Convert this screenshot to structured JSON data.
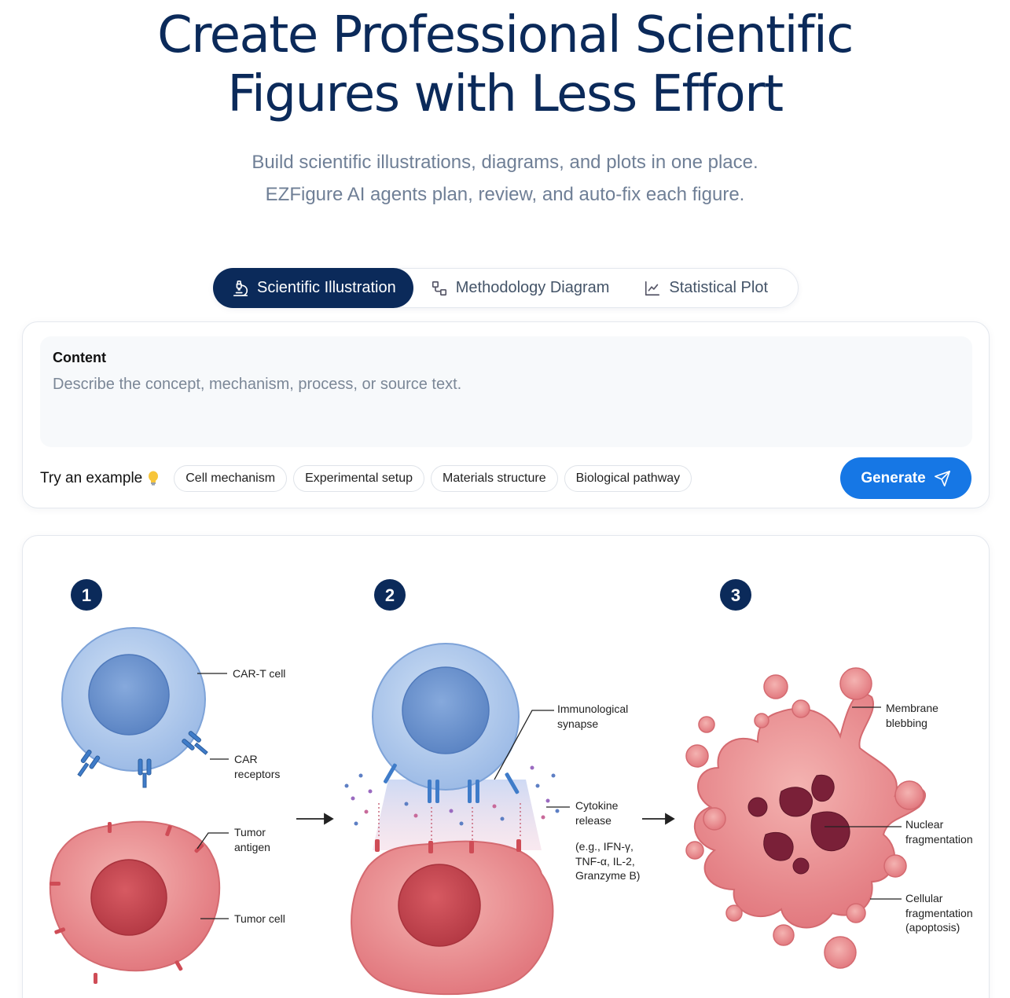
{
  "hero": {
    "title_line1": "Create Professional Scientific",
    "title_line2": "Figures with Less Effort",
    "subtitle_line1": "Build scientific illustrations, diagrams, and plots in one place.",
    "subtitle_line2": "EZFigure AI agents plan, review, and auto-fix each figure."
  },
  "modes": {
    "active": "Scientific Illustration",
    "tabs": [
      {
        "label": "Scientific Illustration",
        "icon": "microscope-icon"
      },
      {
        "label": "Methodology Diagram",
        "icon": "diagram-icon"
      },
      {
        "label": "Statistical Plot",
        "icon": "line-chart-icon"
      }
    ]
  },
  "prompt": {
    "content_label": "Content",
    "placeholder": "Describe the concept, mechanism, process, or source text.",
    "value": "",
    "try_label": "Try an example",
    "examples": [
      "Cell mechanism",
      "Experimental setup",
      "Materials structure",
      "Biological pathway"
    ],
    "generate_label": "Generate"
  },
  "figure": {
    "steps": [
      "1",
      "2",
      "3"
    ],
    "labels": {
      "cart_cell": "CAR-T cell",
      "car_receptors_1": "CAR",
      "car_receptors_2": "receptors",
      "tumor_antigen_1": "Tumor",
      "tumor_antigen_2": "antigen",
      "tumor_cell": "Tumor cell",
      "synapse_1": "Immunological",
      "synapse_2": "synapse",
      "cytokine_1": "Cytokine",
      "cytokine_2": "release",
      "cytokine_ex_1": "(e.g., IFN-γ,",
      "cytokine_ex_2": "TNF-α, IL-2,",
      "cytokine_ex_3": "Granzyme B)",
      "blebbing_1": "Membrane",
      "blebbing_2": "blebbing",
      "nuclear_1": "Nuclear",
      "nuclear_2": "fragmentation",
      "cellular_1": "Cellular",
      "cellular_2": "fragmentation",
      "cellular_3": "(apoptosis)"
    },
    "colors": {
      "step_badge": "#0b2a5a",
      "tcell": "#a9c4ea",
      "tcell_nucleus": "#6b93cf",
      "tumor": "#e98f93",
      "tumor_nucleus": "#c8454f",
      "receptor": "#3f7cc9",
      "apoptotic_nucleus": "#7a2038"
    }
  }
}
